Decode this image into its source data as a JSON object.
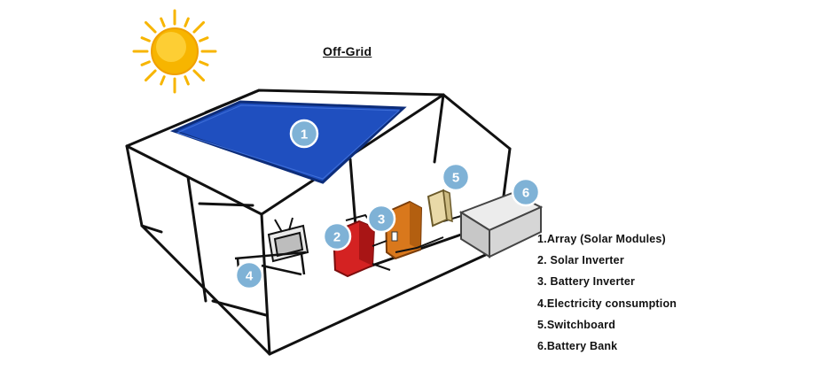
{
  "title": "Off-Grid",
  "badges": [
    "1",
    "2",
    "3",
    "4",
    "5",
    "6"
  ],
  "legend": [
    "1.Array (Solar Modules)",
    "2. Solar Inverter",
    "3. Battery Inverter",
    "4.Electricity consumption",
    "5.Switchboard",
    "6.Battery Bank"
  ],
  "colors": {
    "solar_panel": "#1f4fbf",
    "solar_inverter": "#d42222",
    "battery_inverter": "#d9781c",
    "switchboard": "#e9d9a8",
    "battery_bank": "#d0d0d0",
    "badge": "#7fb2d6",
    "sun": "#f7b500",
    "outline": "#111111"
  }
}
